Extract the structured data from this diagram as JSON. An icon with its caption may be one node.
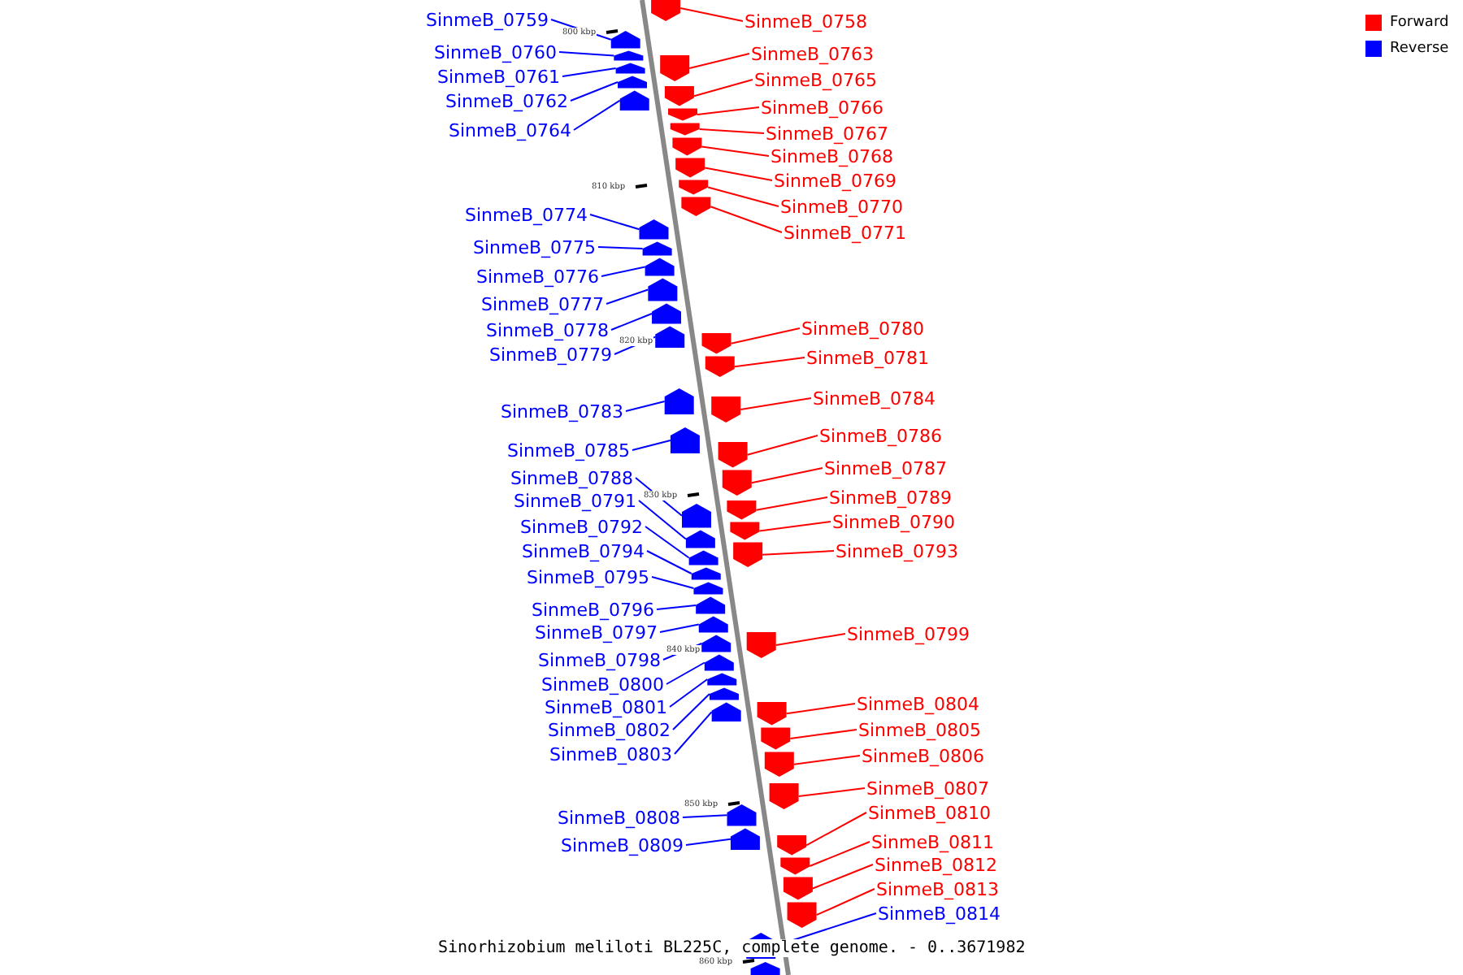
{
  "diagram": {
    "caption": "Sinorhizobium meliloti BL225C, complete genome. - 0..3671982",
    "nodes": [
      {
        "text": [
          "SinmeB_0759"
        ]
      },
      {
        "text": [
          "SinmeB_0760"
        ]
      },
      {
        "text": [
          "SinmeB_0761"
        ]
      },
      {
        "text": [
          "SinmeB_0762"
        ]
      },
      {
        "text": [
          "SinmeB_0764"
        ]
      },
      {
        "text": [
          "SinmeB_0774"
        ]
      },
      {
        "text": [
          "SinmeB_0775"
        ]
      },
      {
        "text": [
          "SinmeB_0776"
        ]
      },
      {
        "text": [
          "SinmeB_0777"
        ]
      },
      {
        "text": [
          "SinmeB_0778"
        ]
      },
      {
        "text": [
          "SinmeB_0779"
        ]
      },
      {
        "text": [
          "SinmeB_0783"
        ]
      },
      {
        "text": [
          "SinmeB_0785"
        ]
      },
      {
        "text": [
          "SinmeB_0788"
        ]
      },
      {
        "text": [
          "SinmeB_0791"
        ]
      },
      {
        "text": [
          "SinmeB_0792"
        ]
      },
      {
        "text": [
          "SinmeB_0794"
        ]
      },
      {
        "text": [
          "SinmeB_0795"
        ]
      },
      {
        "text": [
          "SinmeB_0796"
        ]
      },
      {
        "text": [
          "SinmeB_0797"
        ]
      },
      {
        "text": [
          "SinmeB_0798"
        ]
      },
      {
        "text": [
          "SinmeB_0800"
        ]
      },
      {
        "text": [
          "SinmeB_0801"
        ]
      },
      {
        "text": [
          "SinmeB_0802"
        ]
      },
      {
        "text": [
          "SinmeB_0803"
        ]
      },
      {
        "text": [
          "SinmeB_0808"
        ]
      },
      {
        "text": [
          "SinmeB_0809"
        ]
      },
      {
        "text": [
          "SinmeB_0758"
        ]
      },
      {
        "text": [
          "SinmeB_0763"
        ]
      },
      {
        "text": [
          "SinmeB_0765"
        ]
      },
      {
        "text": [
          "SinmeB_0766"
        ]
      },
      {
        "text": [
          "SinmeB_0767"
        ]
      },
      {
        "text": [
          "SinmeB_0768"
        ]
      },
      {
        "text": [
          "SinmeB_0769"
        ]
      },
      {
        "text": [
          "SinmeB_0770"
        ]
      },
      {
        "text": [
          "SinmeB_0771"
        ]
      },
      {
        "text": [
          "SinmeB_0780"
        ]
      },
      {
        "text": [
          "SinmeB_0781"
        ]
      },
      {
        "text": [
          "SinmeB_0784"
        ]
      },
      {
        "text": [
          "SinmeB_0786"
        ]
      },
      {
        "text": [
          "SinmeB_0787"
        ]
      },
      {
        "text": [
          "SinmeB_0789"
        ]
      },
      {
        "text": [
          "SinmeB_0790"
        ]
      },
      {
        "text": [
          "SinmeB_0793"
        ]
      },
      {
        "text": [
          "SinmeB_0799"
        ]
      },
      {
        "text": [
          "SinmeB_0804"
        ]
      },
      {
        "text": [
          "SinmeB_0805"
        ]
      },
      {
        "text": [
          "SinmeB_0806"
        ]
      },
      {
        "text": [
          "SinmeB_0807"
        ]
      },
      {
        "text": [
          "SinmeB_0810"
        ]
      },
      {
        "text": [
          "SinmeB_0811"
        ]
      },
      {
        "text": [
          "SinmeB_0812"
        ]
      },
      {
        "text": [
          "SinmeB_0813"
        ]
      },
      {
        "text": [
          "SinmeB_0814"
        ]
      },
      {
        "text": [],
        "shape": "pentagon"
      },
      {
        "text": [],
        "shape": "pentagon"
      },
      {
        "text": [],
        "shape": "pentagon"
      },
      {
        "text": [],
        "shape": "pentagon"
      },
      {
        "text": [],
        "shape": "pentagon"
      },
      {
        "text": [],
        "shape": "pentagon"
      },
      {
        "text": [],
        "shape": "pentagon"
      },
      {
        "text": [],
        "shape": "pentagon"
      },
      {
        "text": [],
        "shape": "pentagon"
      },
      {
        "text": [],
        "shape": "pentagon"
      },
      {
        "text": [],
        "shape": "pentagon"
      },
      {
        "text": [],
        "shape": "pentagon"
      },
      {
        "text": [],
        "shape": "pentagon"
      },
      {
        "text": [],
        "shape": "pentagon"
      },
      {
        "text": [],
        "shape": "pentagon"
      },
      {
        "text": [],
        "shape": "pentagon"
      },
      {
        "text": [],
        "shape": "pentagon"
      },
      {
        "text": [],
        "shape": "pentagon"
      },
      {
        "text": [],
        "shape": "pentagon"
      },
      {
        "text": [],
        "shape": "pentagon"
      },
      {
        "text": [],
        "shape": "pentagon"
      },
      {
        "text": [],
        "shape": "pentagon"
      },
      {
        "text": [],
        "shape": "pentagon"
      },
      {
        "text": [],
        "shape": "pentagon"
      },
      {
        "text": [],
        "shape": "pentagon"
      },
      {
        "text": [],
        "shape": "pentagon"
      },
      {
        "text": [],
        "shape": "pentagon"
      },
      {
        "text": [],
        "shape": "pentagon"
      },
      {
        "text": [],
        "shape": "pentagon"
      },
      {
        "text": [],
        "shape": "pentagon"
      },
      {
        "text": [],
        "shape": "pentagon"
      },
      {
        "text": [],
        "shape": "pentagon"
      },
      {
        "text": [],
        "shape": "pentagon"
      },
      {
        "text": [],
        "shape": "pentagon"
      },
      {
        "text": [],
        "shape": "pentagon"
      },
      {
        "text": [],
        "shape": "pentagon"
      },
      {
        "text": [],
        "shape": "pentagon"
      },
      {
        "text": [],
        "shape": "pentagon"
      },
      {
        "text": [],
        "shape": "pentagon"
      },
      {
        "text": [],
        "shape": "pentagon"
      },
      {
        "text": [],
        "shape": "pentagon"
      },
      {
        "text": [],
        "shape": "pentagon"
      },
      {
        "text": [],
        "shape": "pentagon"
      },
      {
        "text": [],
        "shape": "pentagon"
      },
      {
        "text": [],
        "shape": "pentagon"
      },
      {
        "text": [],
        "shape": "pentagon"
      },
      {
        "text": [],
        "shape": "pentagon"
      },
      {
        "text": [],
        "shape": "pentagon"
      },
      {
        "text": [],
        "shape": "pentagon"
      },
      {
        "text": [],
        "shape": "pentagon"
      },
      {
        "text": [],
        "shape": "pentagon"
      },
      {
        "text": [],
        "shape": "pentagon"
      },
      {
        "text": [],
        "shape": "pentagon"
      },
      {
        "text": [],
        "shape": "pentagon"
      }
    ],
    "edges": [
      {
        "from": 0,
        "to": 55,
        "arrow": "none",
        "color": "#0000ff"
      },
      {
        "from": 1,
        "to": 56,
        "arrow": "none",
        "color": "#0000ff"
      },
      {
        "from": 2,
        "to": 57,
        "arrow": "none",
        "color": "#0000ff"
      },
      {
        "from": 3,
        "to": 59,
        "arrow": "none",
        "color": "#0000ff"
      },
      {
        "from": 4,
        "to": 60,
        "arrow": "none",
        "color": "#0000ff"
      },
      {
        "from": 5,
        "to": 68,
        "arrow": "none",
        "color": "#0000ff"
      },
      {
        "from": 6,
        "to": 69,
        "arrow": "none",
        "color": "#0000ff"
      },
      {
        "from": 7,
        "to": 70,
        "arrow": "none",
        "color": "#0000ff"
      },
      {
        "from": 8,
        "to": 71,
        "arrow": "none",
        "color": "#0000ff"
      },
      {
        "from": 9,
        "to": 72,
        "arrow": "none",
        "color": "#0000ff"
      },
      {
        "from": 10,
        "to": 73,
        "arrow": "none",
        "color": "#0000ff"
      },
      {
        "from": 11,
        "to": 76,
        "arrow": "none",
        "color": "#0000ff"
      },
      {
        "from": 12,
        "to": 78,
        "arrow": "none",
        "color": "#0000ff"
      },
      {
        "from": 13,
        "to": 82,
        "arrow": "none",
        "color": "#0000ff"
      },
      {
        "from": 14,
        "to": 84,
        "arrow": "none",
        "color": "#0000ff"
      },
      {
        "from": 15,
        "to": 86,
        "arrow": "none",
        "color": "#0000ff"
      },
      {
        "from": 16,
        "to": 87,
        "arrow": "none",
        "color": "#0000ff"
      },
      {
        "from": 17,
        "to": 88,
        "arrow": "none",
        "color": "#0000ff"
      },
      {
        "from": 18,
        "to": 89,
        "arrow": "none",
        "color": "#0000ff"
      },
      {
        "from": 19,
        "to": 90,
        "arrow": "none",
        "color": "#0000ff"
      },
      {
        "from": 20,
        "to": 91,
        "arrow": "none",
        "color": "#0000ff"
      },
      {
        "from": 21,
        "to": 93,
        "arrow": "none",
        "color": "#0000ff"
      },
      {
        "from": 22,
        "to": 94,
        "arrow": "none",
        "color": "#0000ff"
      },
      {
        "from": 23,
        "to": 95,
        "arrow": "none",
        "color": "#0000ff"
      },
      {
        "from": 24,
        "to": 96,
        "arrow": "none",
        "color": "#0000ff"
      },
      {
        "from": 25,
        "to": 101,
        "arrow": "none",
        "color": "#0000ff"
      },
      {
        "from": 26,
        "to": 102,
        "arrow": "none",
        "color": "#0000ff"
      },
      {
        "from": 27,
        "to": 54,
        "arrow": "none",
        "color": "#ff0000"
      },
      {
        "from": 28,
        "to": 58,
        "arrow": "none",
        "color": "#ff0000"
      },
      {
        "from": 29,
        "to": 61,
        "arrow": "none",
        "color": "#ff0000"
      },
      {
        "from": 30,
        "to": 62,
        "arrow": "none",
        "color": "#ff0000"
      },
      {
        "from": 31,
        "to": 63,
        "arrow": "none",
        "color": "#ff0000"
      },
      {
        "from": 32,
        "to": 64,
        "arrow": "none",
        "color": "#ff0000"
      },
      {
        "from": 33,
        "to": 65,
        "arrow": "none",
        "color": "#ff0000"
      },
      {
        "from": 34,
        "to": 66,
        "arrow": "none",
        "color": "#ff0000"
      },
      {
        "from": 35,
        "to": 67,
        "arrow": "none",
        "color": "#ff0000"
      },
      {
        "from": 36,
        "to": 74,
        "arrow": "none",
        "color": "#ff0000"
      },
      {
        "from": 37,
        "to": 75,
        "arrow": "none",
        "color": "#ff0000"
      },
      {
        "from": 38,
        "to": 77,
        "arrow": "none",
        "color": "#ff0000"
      },
      {
        "from": 39,
        "to": 79,
        "arrow": "none",
        "color": "#ff0000"
      },
      {
        "from": 40,
        "to": 80,
        "arrow": "none",
        "color": "#ff0000"
      },
      {
        "from": 41,
        "to": 81,
        "arrow": "none",
        "color": "#ff0000"
      },
      {
        "from": 42,
        "to": 83,
        "arrow": "none",
        "color": "#ff0000"
      },
      {
        "from": 43,
        "to": 85,
        "arrow": "none",
        "color": "#ff0000"
      },
      {
        "from": 44,
        "to": 92,
        "arrow": "none",
        "color": "#ff0000"
      },
      {
        "from": 45,
        "to": 97,
        "arrow": "none",
        "color": "#ff0000"
      },
      {
        "from": 46,
        "to": 98,
        "arrow": "none",
        "color": "#ff0000"
      },
      {
        "from": 47,
        "to": 99,
        "arrow": "none",
        "color": "#ff0000"
      },
      {
        "from": 48,
        "to": 100,
        "arrow": "none",
        "color": "#ff0000"
      },
      {
        "from": 49,
        "to": 103,
        "arrow": "none",
        "color": "#ff0000"
      },
      {
        "from": 50,
        "to": 104,
        "arrow": "none",
        "color": "#ff0000"
      },
      {
        "from": 51,
        "to": 105,
        "arrow": "none",
        "color": "#ff0000"
      },
      {
        "from": 52,
        "to": 106,
        "arrow": "none",
        "color": "#ff0000"
      },
      {
        "from": 53,
        "to": 107,
        "arrow": "none",
        "color": "#0000ff"
      }
    ],
    "labels": [
      "800 kbp",
      "810 kbp",
      "820 kbp",
      "830 kbp",
      "840 kbp",
      "850 kbp",
      "860 kbp"
    ],
    "legend": [
      {
        "text": "Forward",
        "color": "#ff0000"
      },
      {
        "text": "Reverse",
        "color": "#0000ff"
      }
    ]
  }
}
